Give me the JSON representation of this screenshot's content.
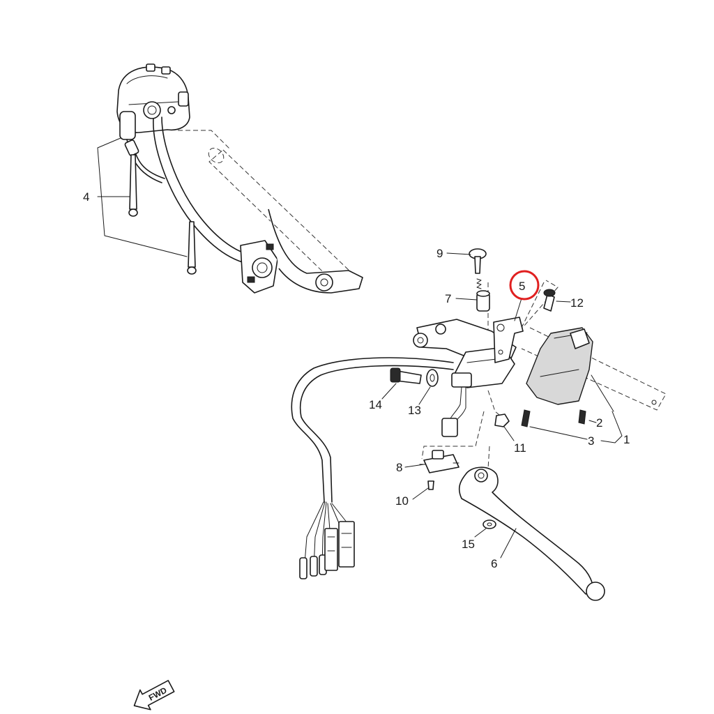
{
  "diagram": {
    "callouts": [
      {
        "id": "1",
        "text": "1"
      },
      {
        "id": "2",
        "text": "2"
      },
      {
        "id": "3",
        "text": "3"
      },
      {
        "id": "4",
        "text": "4"
      },
      {
        "id": "5",
        "text": "5"
      },
      {
        "id": "6",
        "text": "6"
      },
      {
        "id": "7",
        "text": "7"
      },
      {
        "id": "8",
        "text": "8"
      },
      {
        "id": "9",
        "text": "9"
      },
      {
        "id": "10",
        "text": "10"
      },
      {
        "id": "11",
        "text": "11"
      },
      {
        "id": "12",
        "text": "12"
      },
      {
        "id": "13",
        "text": "13"
      },
      {
        "id": "14",
        "text": "14"
      },
      {
        "id": "15",
        "text": "15"
      }
    ],
    "highlighted_callout": "5",
    "highlight_color": "#e02020",
    "direction_marker": {
      "text": "FWD"
    }
  }
}
